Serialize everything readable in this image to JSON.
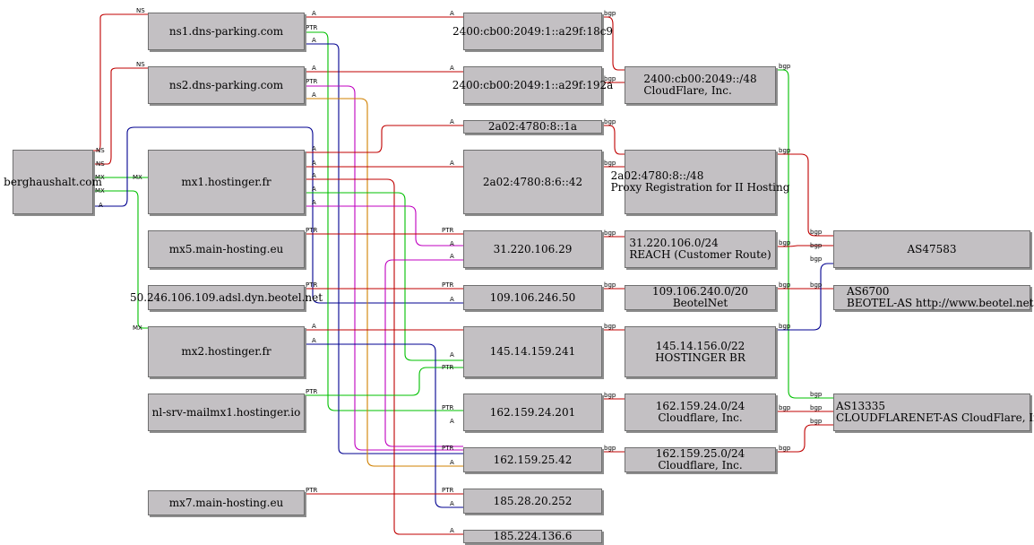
{
  "nodes": {
    "domain": "berghaushalt.com",
    "ns1": "ns1.dns-parking.com",
    "ns2": "ns2.dns-parking.com",
    "mx1": "mx1.hostinger.fr",
    "mx5": "mx5.main-hosting.eu",
    "adsl": "50.246.106.109.adsl.dyn.beotel.net",
    "mx2": "mx2.hostinger.fr",
    "nlsrv": "nl-srv-mailmx1.hostinger.io",
    "mx7": "mx7.main-hosting.eu",
    "ip6a": "2400:cb00:2049:1::a29f:18c9",
    "ip6b": "2400:cb00:2049:1::a29f:192a",
    "ip6c": "2a02:4780:8::1a",
    "ip6d": "2a02:4780:8:6::42",
    "ip1": "31.220.106.29",
    "ip2": "109.106.246.50",
    "ip3": "145.14.159.241",
    "ip4": "162.159.24.201",
    "ip5": "162.159.25.42",
    "ip6": "185.28.20.252",
    "ip7": "185.224.136.6",
    "pfx_cf6": {
      "line1": "2400:cb00:2049::/48",
      "line2": "CloudFlare, Inc."
    },
    "pfx_hz6": {
      "line1": "2a02:4780:8::/48",
      "line2": "Proxy Registration for II Hosting"
    },
    "pfx_reach": {
      "line1": "31.220.106.0/24",
      "line2": "REACH (Customer Route)"
    },
    "pfx_beo": {
      "line1": "109.106.240.0/20",
      "line2": "BeotelNet"
    },
    "pfx_hbr": {
      "line1": "145.14.156.0/22",
      "line2": "HOSTINGER BR"
    },
    "pfx_cf24": {
      "line1": "162.159.24.0/24",
      "line2": "Cloudflare, Inc."
    },
    "pfx_cf25": {
      "line1": "162.159.25.0/24",
      "line2": "Cloudflare, Inc."
    },
    "as47583": "AS47583",
    "as6700": {
      "line1": "AS6700",
      "line2": "BEOTEL-AS http://www.beotel.net"
    },
    "as13335": {
      "line1": "AS13335",
      "line2": "CLOUDFLARENET-AS CloudFlare, Inc."
    }
  },
  "edge_labels": {
    "ns": "NS",
    "mx": "MX",
    "a": "A",
    "ptr": "PTR",
    "bgp": "bgp"
  },
  "colors": {
    "red": "#c00000",
    "green": "#00c000",
    "navy": "#000090",
    "magenta": "#c000c0",
    "orange": "#d08000",
    "node_fill": "#c3c0c3"
  }
}
